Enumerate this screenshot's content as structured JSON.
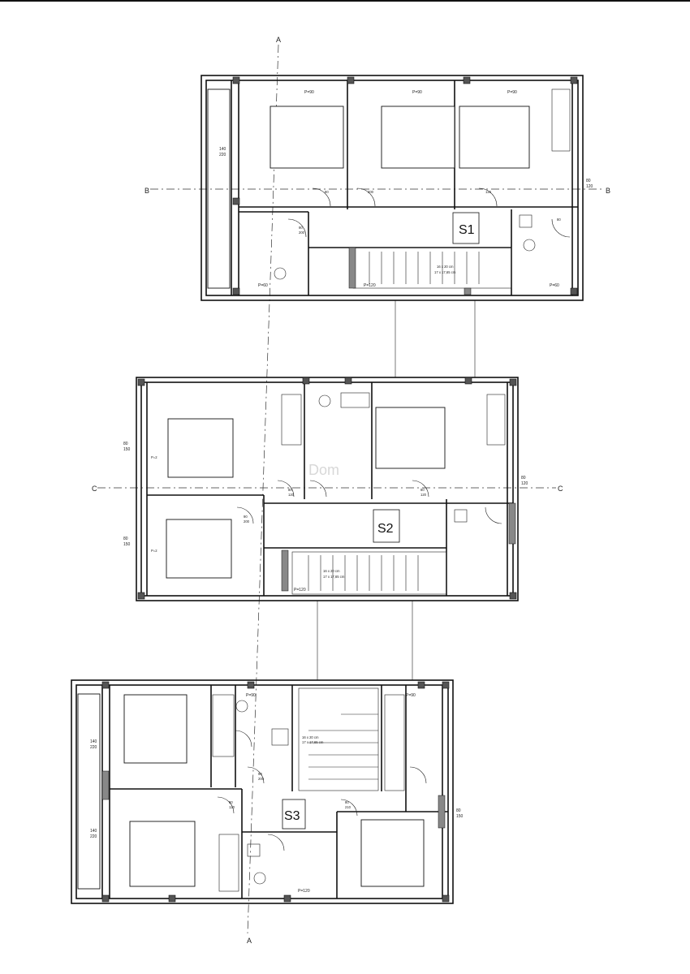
{
  "watermark": "Dom",
  "section_axes": {
    "a_top": "A",
    "a_bottom": "A",
    "b_left": "B",
    "b_right": "B",
    "c_left": "C",
    "c_right": "C"
  },
  "floors": [
    {
      "tag": "S1",
      "labels": [
        "P=90",
        "P=90",
        "P=90",
        "P=60",
        "P=60",
        "P=120",
        "140",
        "220",
        "80",
        "120",
        "16 x 20 cm",
        "17 x 17,65 cm",
        "90",
        "200",
        "80",
        "120",
        "80",
        "200"
      ]
    },
    {
      "tag": "S2",
      "labels": [
        "80",
        "150",
        "80",
        "150",
        "80",
        "120",
        "P=120",
        "16 x 20 cm",
        "17 x 17,65 cm",
        "P=2",
        "P=2",
        "80",
        "120",
        "80",
        "120",
        "90",
        "200"
      ]
    },
    {
      "tag": "S3",
      "labels": [
        "P=90",
        "P=90",
        "P=120",
        "140",
        "220",
        "140",
        "220",
        "80",
        "150",
        "16 x 20 cm",
        "17 x 17,65 cm",
        "90",
        "200",
        "80",
        "120",
        "80",
        "210"
      ]
    }
  ]
}
